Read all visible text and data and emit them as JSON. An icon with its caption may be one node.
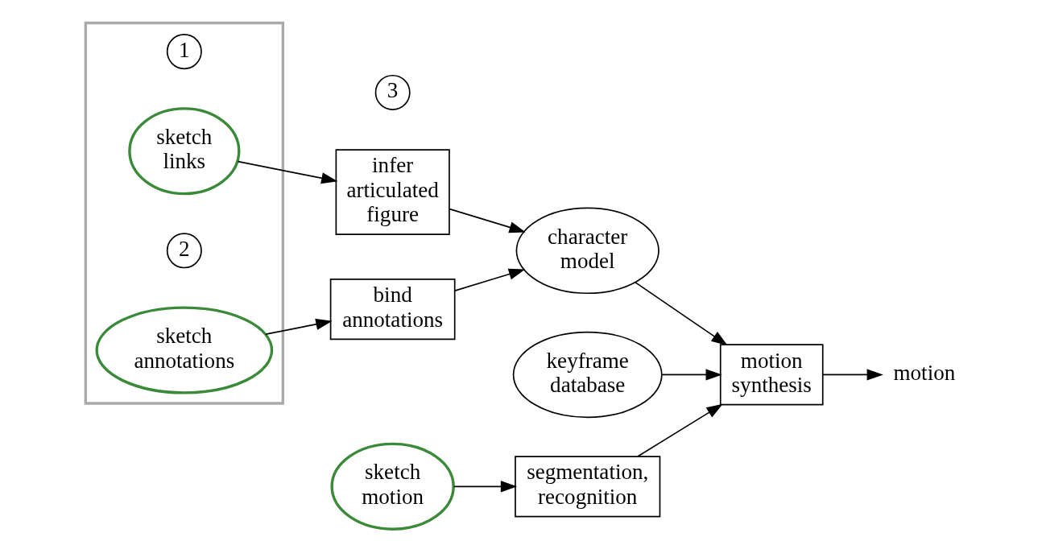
{
  "diagram": {
    "nodes": [
      {
        "text": [],
        "shape": "box"
      },
      {
        "text": [
          "1"
        ],
        "in": 0
      },
      {
        "text": [
          "sketch links"
        ],
        "in": 0
      },
      {
        "text": [
          "2"
        ],
        "in": 0
      },
      {
        "text": [
          "sketch annotations"
        ],
        "in": 0
      },
      {
        "text": [
          "infer articulated figure"
        ]
      },
      {
        "text": [
          "character model"
        ]
      },
      {
        "text": [
          "bind annotations"
        ]
      },
      {
        "text": [
          "keyframe database"
        ]
      },
      {
        "text": [
          "3"
        ]
      },
      {
        "text": [
          "sketch motion"
        ]
      },
      {
        "text": [
          "segmentation, recognition"
        ]
      },
      {
        "text": [
          "motion synthesis"
        ]
      },
      {
        "text": [
          "motion"
        ]
      }
    ],
    "edges": [
      {
        "from": 2,
        "to": 5,
        "arrow": "to"
      },
      {
        "from": 5,
        "to": 6,
        "arrow": "to"
      },
      {
        "from": 4,
        "to": 7,
        "arrow": "to"
      },
      {
        "from": 7,
        "to": 6,
        "arrow": "to"
      },
      {
        "from": 6,
        "to": 12,
        "arrow": "to"
      },
      {
        "from": 8,
        "to": 12,
        "arrow": "to"
      },
      {
        "from": 10,
        "to": 11,
        "arrow": "to"
      },
      {
        "from": 11,
        "to": 12,
        "arrow": "to"
      },
      {
        "from": 12,
        "to": 13,
        "arrow": "to"
      }
    ]
  }
}
